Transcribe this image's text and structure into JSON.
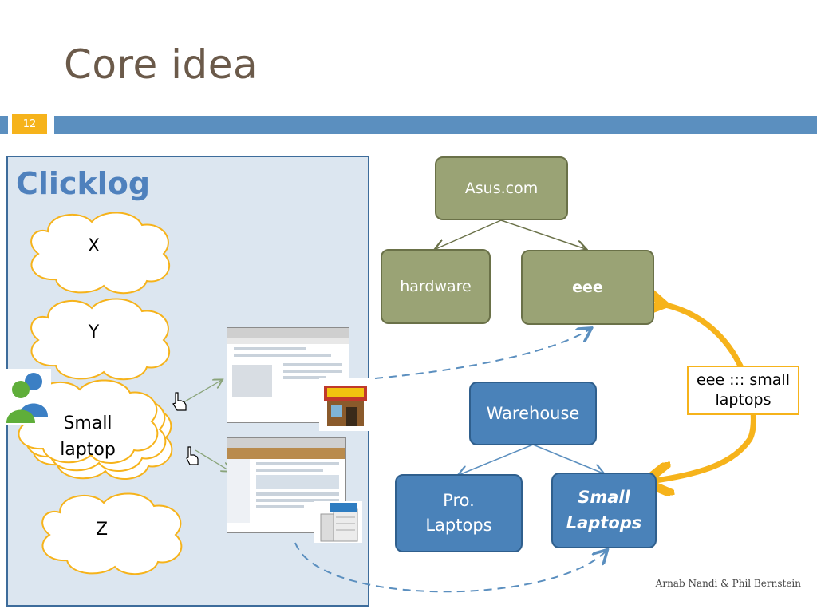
{
  "slide": {
    "title": "Core idea",
    "number": "12",
    "footer": "Arnab Nandi & Phil Bernstein"
  },
  "clicklog": {
    "title": "Clicklog",
    "queries": [
      "X",
      "Y",
      "Small\nlaptop",
      "Z"
    ]
  },
  "taxonomy_top": {
    "root": "Asus.com",
    "children": [
      "hardware",
      "eee"
    ]
  },
  "taxonomy_bottom": {
    "root": "Warehouse",
    "children": [
      "Pro.\nLaptops",
      "Small\nLaptops"
    ]
  },
  "association": "eee ::: small\nlaptops",
  "colors": {
    "accent_orange": "#f6b31b",
    "bar_blue": "#5b8fbf",
    "green_node": "#9aa375",
    "blue_node": "#4a82b9",
    "title_brown": "#6b5a4a"
  },
  "icons": [
    "users-icon",
    "hand-pointer-icon",
    "store-icon",
    "bing-server-icon"
  ]
}
